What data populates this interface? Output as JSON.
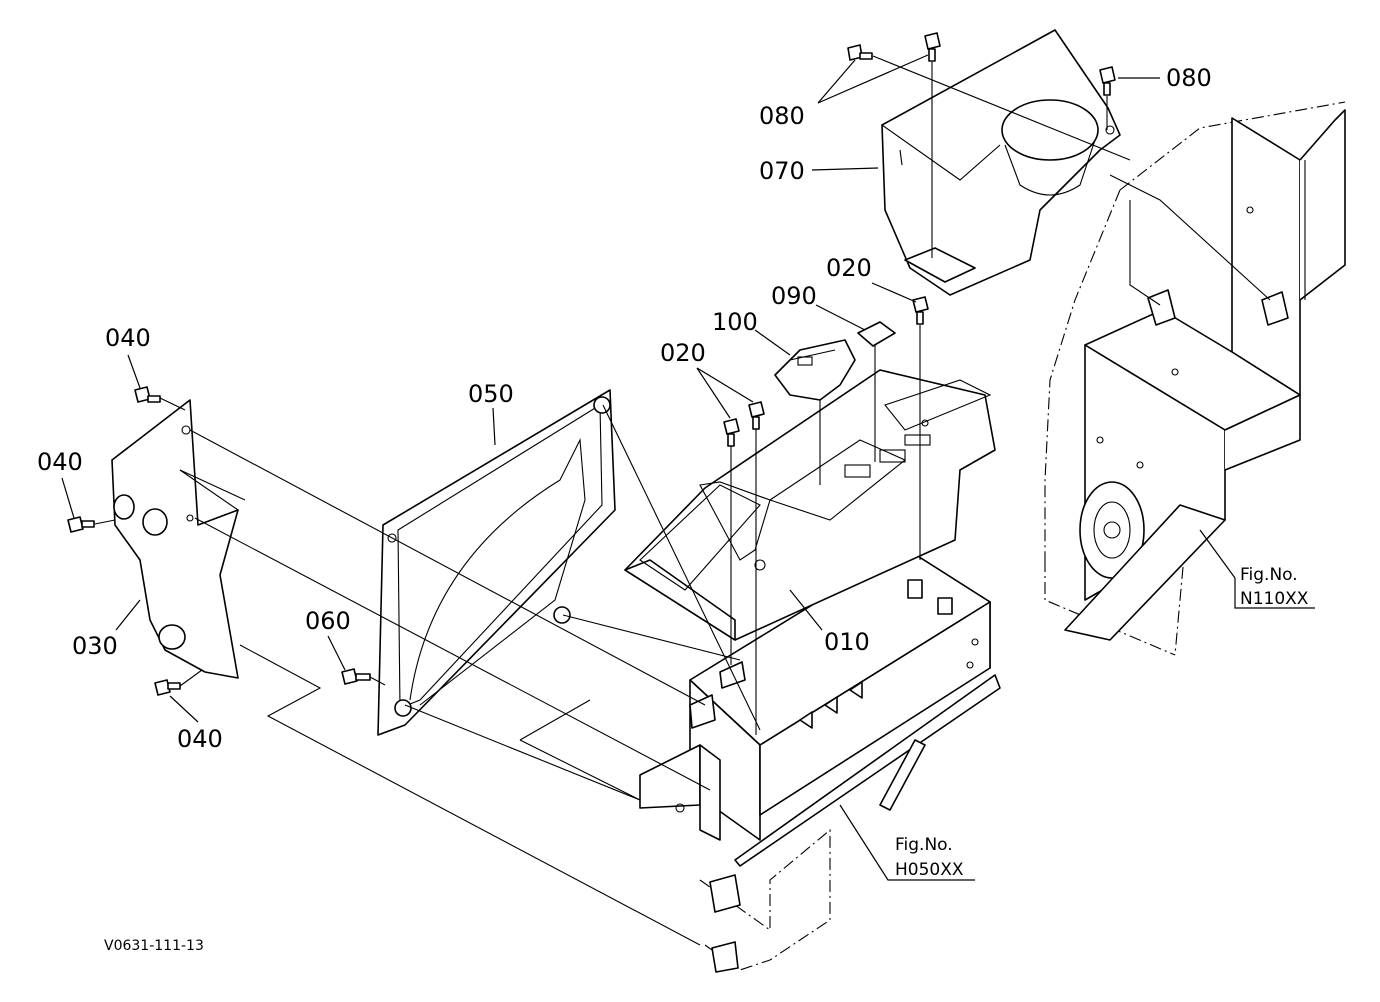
{
  "parts": {
    "p010": "010",
    "p020": "020",
    "p030": "030",
    "p040": "040",
    "p050": "050",
    "p060": "060",
    "p070": "070",
    "p080": "080",
    "p090": "090",
    "p100": "100"
  },
  "figure_refs": {
    "ref_label": "Fig.No.",
    "n110": "N110XX",
    "h050": "H050XX"
  },
  "drawing_code": "V0631-111-13"
}
